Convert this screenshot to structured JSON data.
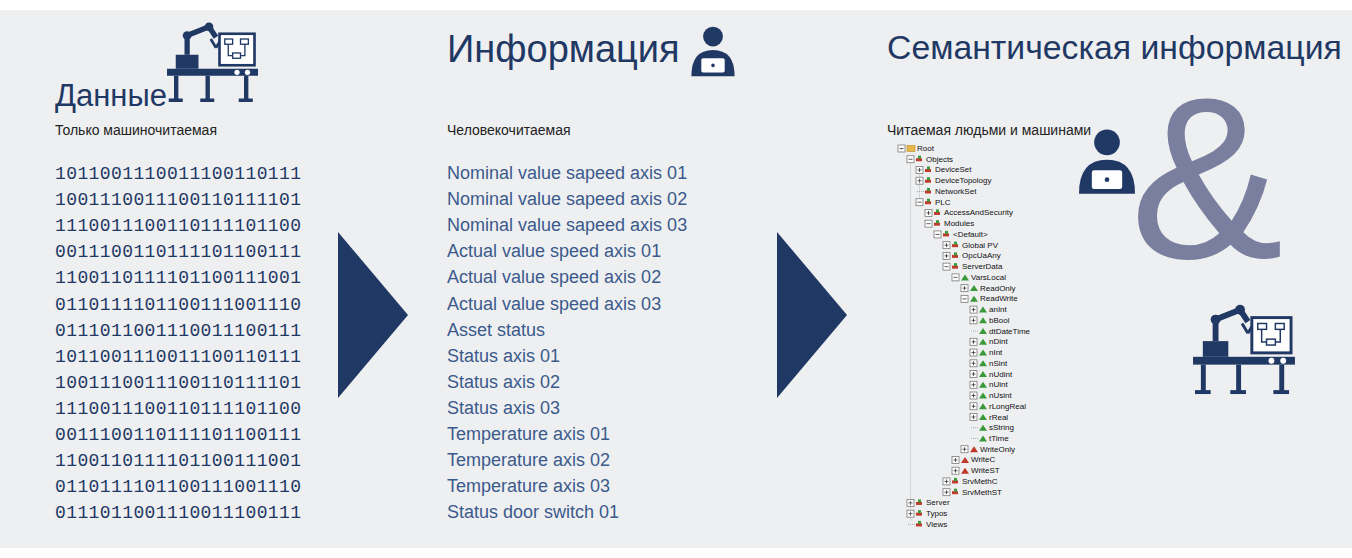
{
  "diagram": {
    "labels": [
      "Данные",
      "Только машиночитаемая",
      "1011001110011100110111",
      "1001110011100110111101",
      "1110011100110111101100",
      "0011100110111101100111",
      "1100110111101100111001",
      "0110111101100111001110",
      "0111011001110011100111",
      "1011001110011100110111",
      "1001110011100110111101",
      "1110011100110111101100",
      "0011100110111101100111",
      "1100110111101100111001",
      "0110111101100111001110",
      "0111011001110011100111",
      "Информация",
      "Человекочитаемая",
      "Nominal value sapeed axis 01",
      "Nominal value sapeed axis 02",
      "Nominal value sapeed axis 03",
      "Actual value speed axis 01",
      "Actual value speed axis 02",
      "Actual value speed axis 03",
      "Asset status",
      "Status axis 01",
      "Status axis 02",
      "Status axis 03",
      "Temperature axis 01",
      "Temperature axis 02",
      "Temperature axis 03",
      "Status door switch 01",
      "Семантическая информация",
      "Читаемая людьми и машинами",
      "Root",
      "Objects",
      "DeviceSet",
      "DeviceTopology",
      "NetworkSet",
      "PLC",
      "AccessAndSecurity",
      "Modules",
      "<Default>",
      "Global PV",
      "OpcUaAny",
      "ServerData",
      "VarsLocal",
      "ReadOnly",
      "ReadWrite",
      "anInt",
      "bBool",
      "dtDateTime",
      "nDint",
      "nInt",
      "nSint",
      "nUdint",
      "nUint",
      "nUsint",
      "rLongReal",
      "rReal",
      "sString",
      "tTime",
      "WriteOnly",
      "WriteC",
      "WriteST",
      "SrvMethC",
      "SrvMethST",
      "Server",
      "Typos",
      "Views",
      "&"
    ]
  }
}
